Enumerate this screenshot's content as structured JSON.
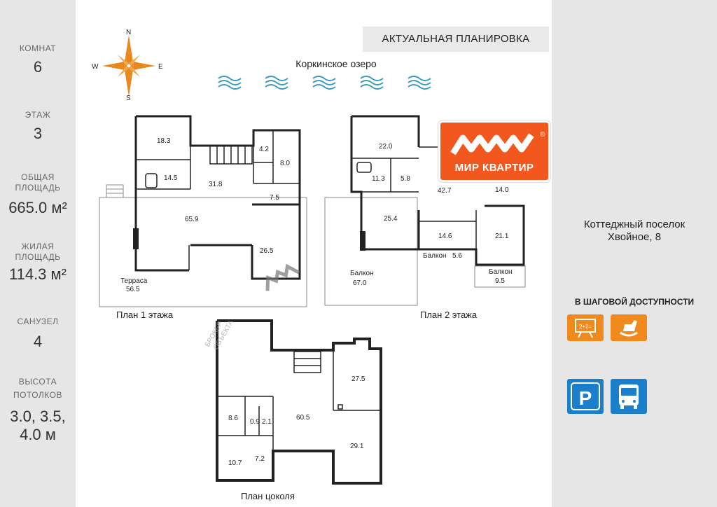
{
  "sidebar": {
    "rooms_label": "КОМНАТ",
    "rooms_value": "6",
    "floor_label": "ЭТАЖ",
    "floor_value": "3",
    "total_area_label_1": "ОБЩАЯ",
    "total_area_label_2": "ПЛОЩАДЬ",
    "total_area_value": "665.0 м²",
    "living_area_label_1": "ЖИЛАЯ",
    "living_area_label_2": "ПЛОЩАДЬ",
    "living_area_value": "114.3 м²",
    "bathrooms_label": "САНУЗЕЛ",
    "bathrooms_value": "4",
    "ceiling_label_1": "ВЫСОТА",
    "ceiling_label_2": "ПОТОЛКОВ",
    "ceiling_value_1": "3.0, 3.5,",
    "ceiling_value_2": "4.0 м"
  },
  "header": {
    "plan_tag": "АКТУАЛЬНАЯ ПЛАНИРОВКА",
    "lake": "Коркинское озеро"
  },
  "compass": {
    "n": "N",
    "s": "S",
    "w": "W",
    "e": "E"
  },
  "logo": {
    "text": "МИР КВАРТИР",
    "mark": "®"
  },
  "watermark": {
    "line1": "БРОКЕР",
    "line2": "ОБЪЕКТА"
  },
  "rightbar": {
    "address_line1": "Коттеджный поселок",
    "address_line2": "Хвойное, 8",
    "walk_title": "В ШАГОВОЙ ДОСТУПНОСТИ",
    "badge_school_text": "2+2=",
    "badge_parking": "P"
  },
  "floor1": {
    "caption": "План 1 этажа",
    "rooms": [
      "18.3",
      "14.5",
      "31.8",
      "4.2",
      "8.0",
      "7.5",
      "65.9",
      "26.5"
    ],
    "terrace_label": "Терраса",
    "terrace_area": "56.5"
  },
  "floor2": {
    "caption": "План 2 этажа",
    "rooms": [
      "22.0",
      "11.3",
      "5.8",
      "42.7",
      "14.0",
      "25.4",
      "14.6",
      "21.1"
    ],
    "balcony_label": "Балкон",
    "balcony_big_area": "67.0",
    "balcony_small_area": "5.6",
    "balcony_right_area": "9.5"
  },
  "basement": {
    "caption": "План цоколя",
    "rooms": [
      "27.5",
      "60.5",
      "8.6",
      "0.9",
      "2.1",
      "29.1",
      "10.7",
      "7.2"
    ]
  },
  "colors": {
    "brand_orange": "#f2571e",
    "badge_orange": "#f08a1c",
    "badge_blue": "#1b7fcc",
    "water_blue": "#3a9bbf",
    "compass_orange": "#e8891f"
  }
}
